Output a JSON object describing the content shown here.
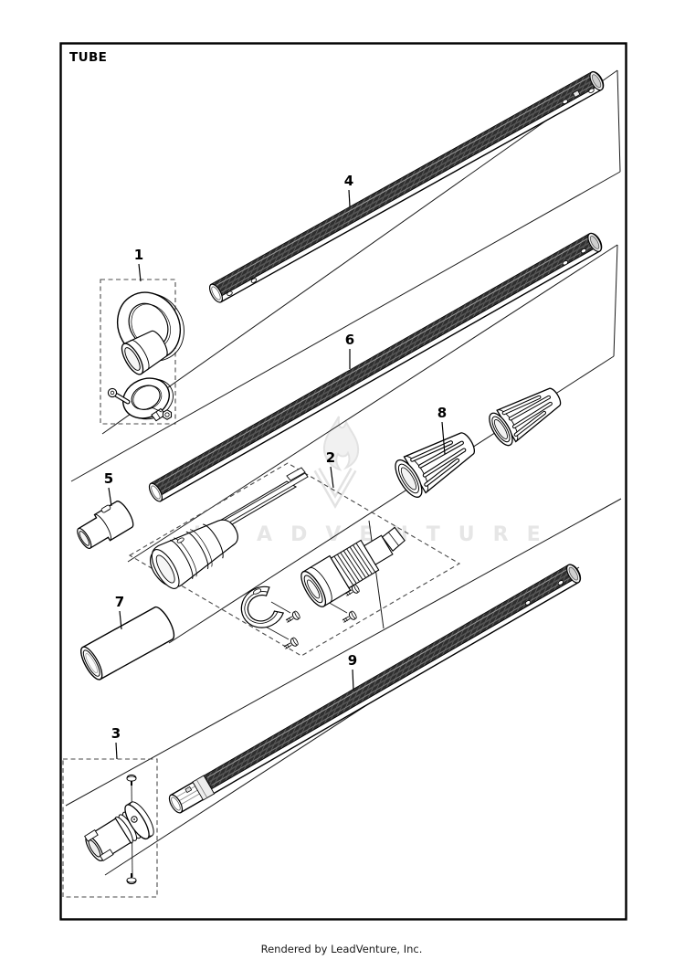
{
  "page": {
    "title": "TUBE"
  },
  "watermark": {
    "brand_text": "LEADVENTURE"
  },
  "footer": {
    "credit": "Rendered by LeadVenture, Inc."
  },
  "callouts": [
    {
      "label": "1"
    },
    {
      "label": "2"
    },
    {
      "label": "3"
    },
    {
      "label": "4"
    },
    {
      "label": "5"
    },
    {
      "label": "6"
    },
    {
      "label": "7"
    },
    {
      "label": "8"
    },
    {
      "label": "9"
    }
  ],
  "colors": {
    "background": "#ffffff",
    "line": "#000000",
    "tube_fill": "#2e2e2e",
    "watermark_gray": "#e6e6e6"
  }
}
